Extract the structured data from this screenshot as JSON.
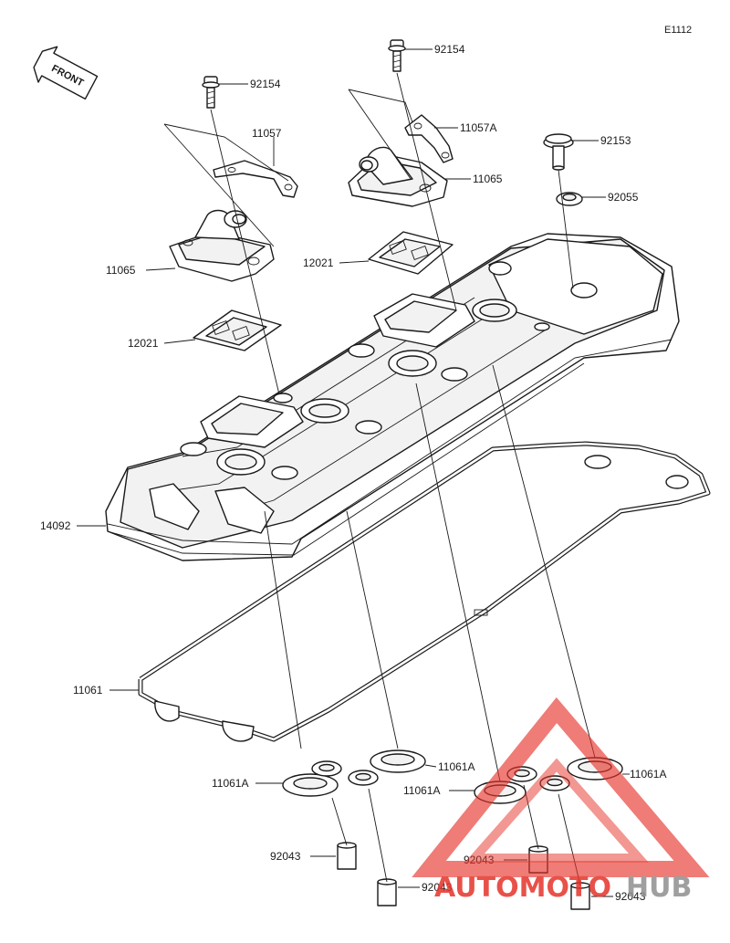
{
  "diagram_code": "E1112",
  "front_badge": "FRONT",
  "watermark": {
    "brand_a": "AUTOMOTO",
    "brand_b": "HUB",
    "color_red": "#e5332a",
    "color_gray": "#8f8f8f"
  },
  "parts": {
    "p92154_left": "92154",
    "p92154_right": "92154",
    "p11057": "11057",
    "p11057A": "11057A",
    "p92153": "92153",
    "p92055": "92055",
    "p11065_left": "11065",
    "p11065_right": "11065",
    "p12021_left": "12021",
    "p12021_right": "12021",
    "p14092": "14092",
    "p11061": "11061",
    "p11061A_1": "11061A",
    "p11061A_2": "11061A",
    "p11061A_3": "11061A",
    "p11061A_4": "11061A",
    "p92043_1": "92043",
    "p92043_2": "92043",
    "p92043_3": "92043",
    "p92043_4": "92043"
  }
}
